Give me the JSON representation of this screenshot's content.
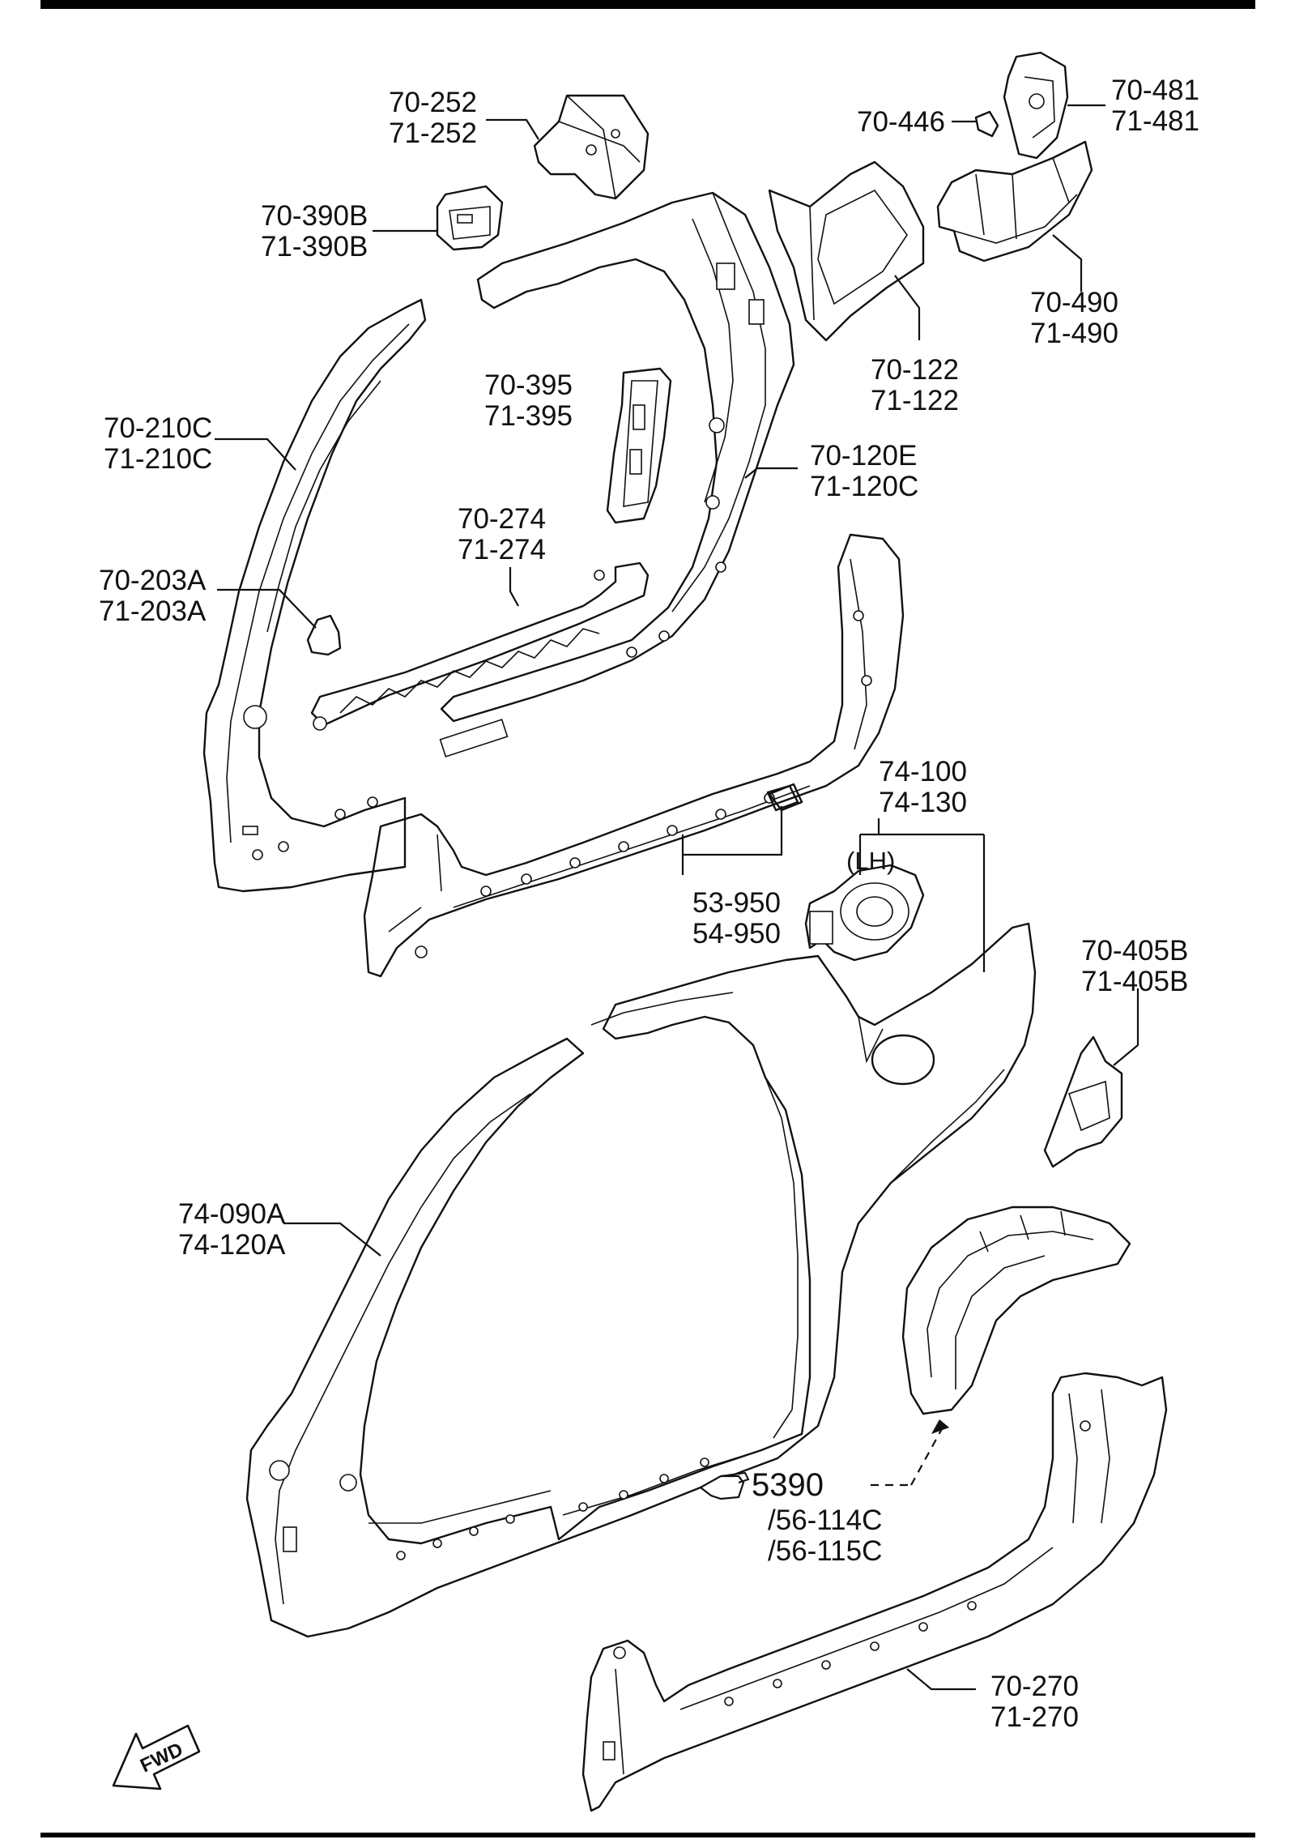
{
  "labels": {
    "p70_252": [
      "70-252",
      "71-252"
    ],
    "p70_390b": [
      "70-390B",
      "71-390B"
    ],
    "p70_446": "70-446",
    "p70_481": [
      "70-481",
      "71-481"
    ],
    "p70_490": [
      "70-490",
      "71-490"
    ],
    "p70_122": [
      "70-122",
      "71-122"
    ],
    "p70_395": [
      "70-395",
      "71-395"
    ],
    "p70_210c": [
      "70-210C",
      "71-210C"
    ],
    "p70_120e": [
      "70-120E",
      "71-120C"
    ],
    "p70_274": [
      "70-274",
      "71-274"
    ],
    "p70_203a": [
      "70-203A",
      "71-203A"
    ],
    "p74_100": [
      "74-100",
      "74-130"
    ],
    "lh": "(LH)",
    "p53_950": [
      "53-950",
      "54-950"
    ],
    "p70_405b": [
      "70-405B",
      "71-405B"
    ],
    "p74_090a": [
      "74-090A",
      "74-120A"
    ],
    "ref5390": [
      "5390",
      "/56-114C",
      "/56-115C"
    ],
    "p70_270": [
      "70-270",
      "71-270"
    ],
    "fwd": "FWD"
  }
}
